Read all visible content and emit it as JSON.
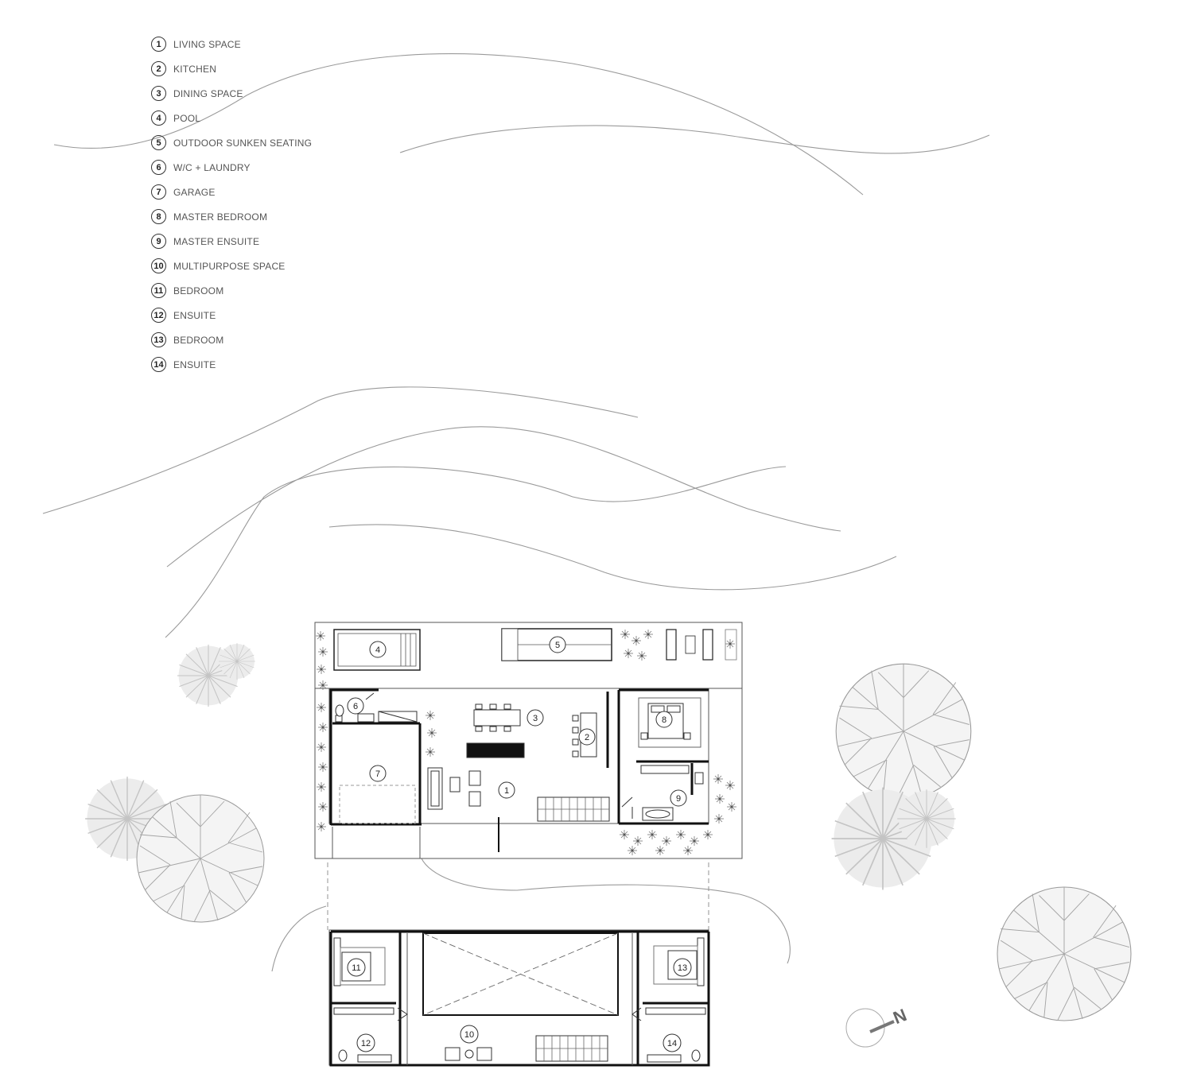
{
  "legend": [
    {
      "num": "1",
      "label": "LIVING SPACE"
    },
    {
      "num": "2",
      "label": "KITCHEN"
    },
    {
      "num": "3",
      "label": "DINING SPACE"
    },
    {
      "num": "4",
      "label": "POOL"
    },
    {
      "num": "5",
      "label": "OUTDOOR SUNKEN SEATING"
    },
    {
      "num": "6",
      "label": "W/C + LAUNDRY"
    },
    {
      "num": "7",
      "label": "GARAGE"
    },
    {
      "num": "8",
      "label": "MASTER BEDROOM"
    },
    {
      "num": "9",
      "label": "MASTER ENSUITE"
    },
    {
      "num": "10",
      "label": "MULTIPURPOSE SPACE"
    },
    {
      "num": "11",
      "label": "BEDROOM"
    },
    {
      "num": "12",
      "label": "ENSUITE"
    },
    {
      "num": "13",
      "label": "BEDROOM"
    },
    {
      "num": "14",
      "label": "ENSUITE"
    }
  ],
  "plan_tags": {
    "t1": "1",
    "t2": "2",
    "t3": "3",
    "t4": "4",
    "t5": "5",
    "t6": "6",
    "t7": "7",
    "t8": "8",
    "t9": "9",
    "t10": "10",
    "t11": "11",
    "t12": "12",
    "t13": "13",
    "t14": "14"
  },
  "north_arrow": {
    "letter": "N"
  },
  "icons": {
    "north": "north-arrow-icon",
    "tree": "tree-icon",
    "plant": "plant-icon"
  }
}
